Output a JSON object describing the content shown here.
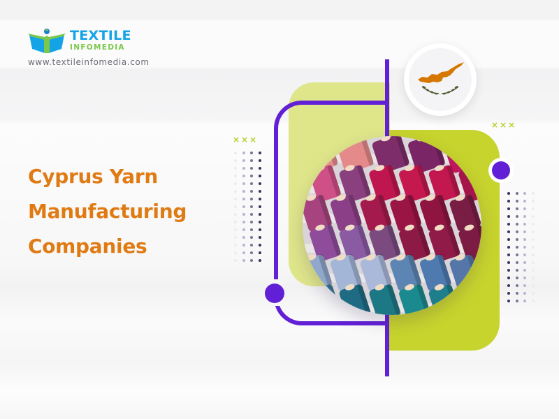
{
  "brand": {
    "title": "TEXTILE",
    "subtitle": "INFOMEDIA",
    "url": "www.textileinfomedia.com",
    "colors": {
      "title": "#13a3e6",
      "subtitle": "#7cc84c",
      "url": "#6b6b78"
    }
  },
  "headline": {
    "lines": [
      "Cyprus Yarn",
      "Manufacturing",
      "Companies"
    ],
    "color": "#e07b14"
  },
  "decor": {
    "xmarks_left": "×××",
    "xmarks_right": "×××",
    "accent_purple": "#6120d6",
    "lime_light": "#dfe68a",
    "lime_dark": "#c7d42d",
    "xmark_color": "#b8cf2a"
  },
  "flag": {
    "icon": "cyprus-flag-icon",
    "island_color": "#d57800",
    "branch_color": "#4e5b31"
  },
  "image": {
    "subject": "yarn-spools-photo",
    "spool_rows": [
      [
        "#e88c8f",
        "#e58a8a",
        "#7d2d6a",
        "#7a2565",
        "#c0175a"
      ],
      [
        "#cf4f87",
        "#8a3f7e",
        "#bf1650",
        "#c4184f",
        "#c2184f",
        "#a5154a"
      ],
      [
        "#a7447f",
        "#8b3f86",
        "#a51a4c",
        "#9a1444",
        "#8f1540",
        "#7a1d45"
      ],
      [
        "#8f4c9a",
        "#8a5aa2",
        "#7b4a7f",
        "#8d1a45",
        "#901b48",
        "#7c1c44"
      ],
      [
        "#8fa8cc",
        "#a3b6d8",
        "#aab8da",
        "#5d85b3",
        "#4f7ab0",
        "#5576a9"
      ],
      [
        "#3b7fa3",
        "#1f6b84",
        "#1d7886",
        "#1a8a8e",
        "#1f7e8c",
        "#1d6f86"
      ]
    ]
  }
}
